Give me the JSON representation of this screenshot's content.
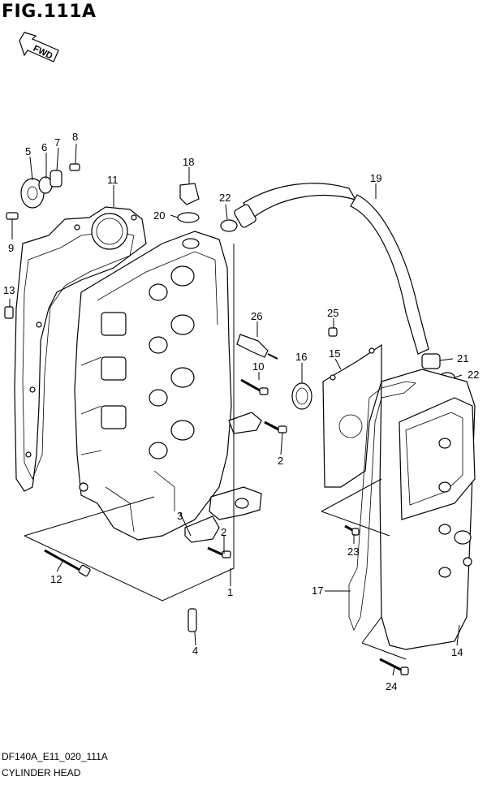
{
  "figure": {
    "title": "FIG.111A",
    "fwd_label": "FWD",
    "code": "DF140A_E11_020_111A",
    "name": "CYLINDER HEAD"
  },
  "callouts": {
    "c1": "1",
    "c2a": "2",
    "c2b": "2",
    "c3": "3",
    "c4": "4",
    "c5": "5",
    "c6": "6",
    "c7": "7",
    "c8": "8",
    "c9": "9",
    "c10": "10",
    "c11": "11",
    "c12": "12",
    "c13": "13",
    "c14": "14",
    "c15": "15",
    "c16": "16",
    "c17": "17",
    "c18": "18",
    "c19": "19",
    "c20": "20",
    "c21": "21",
    "c22a": "22",
    "c22b": "22",
    "c23": "23",
    "c24": "24",
    "c25": "25",
    "c26": "26"
  }
}
